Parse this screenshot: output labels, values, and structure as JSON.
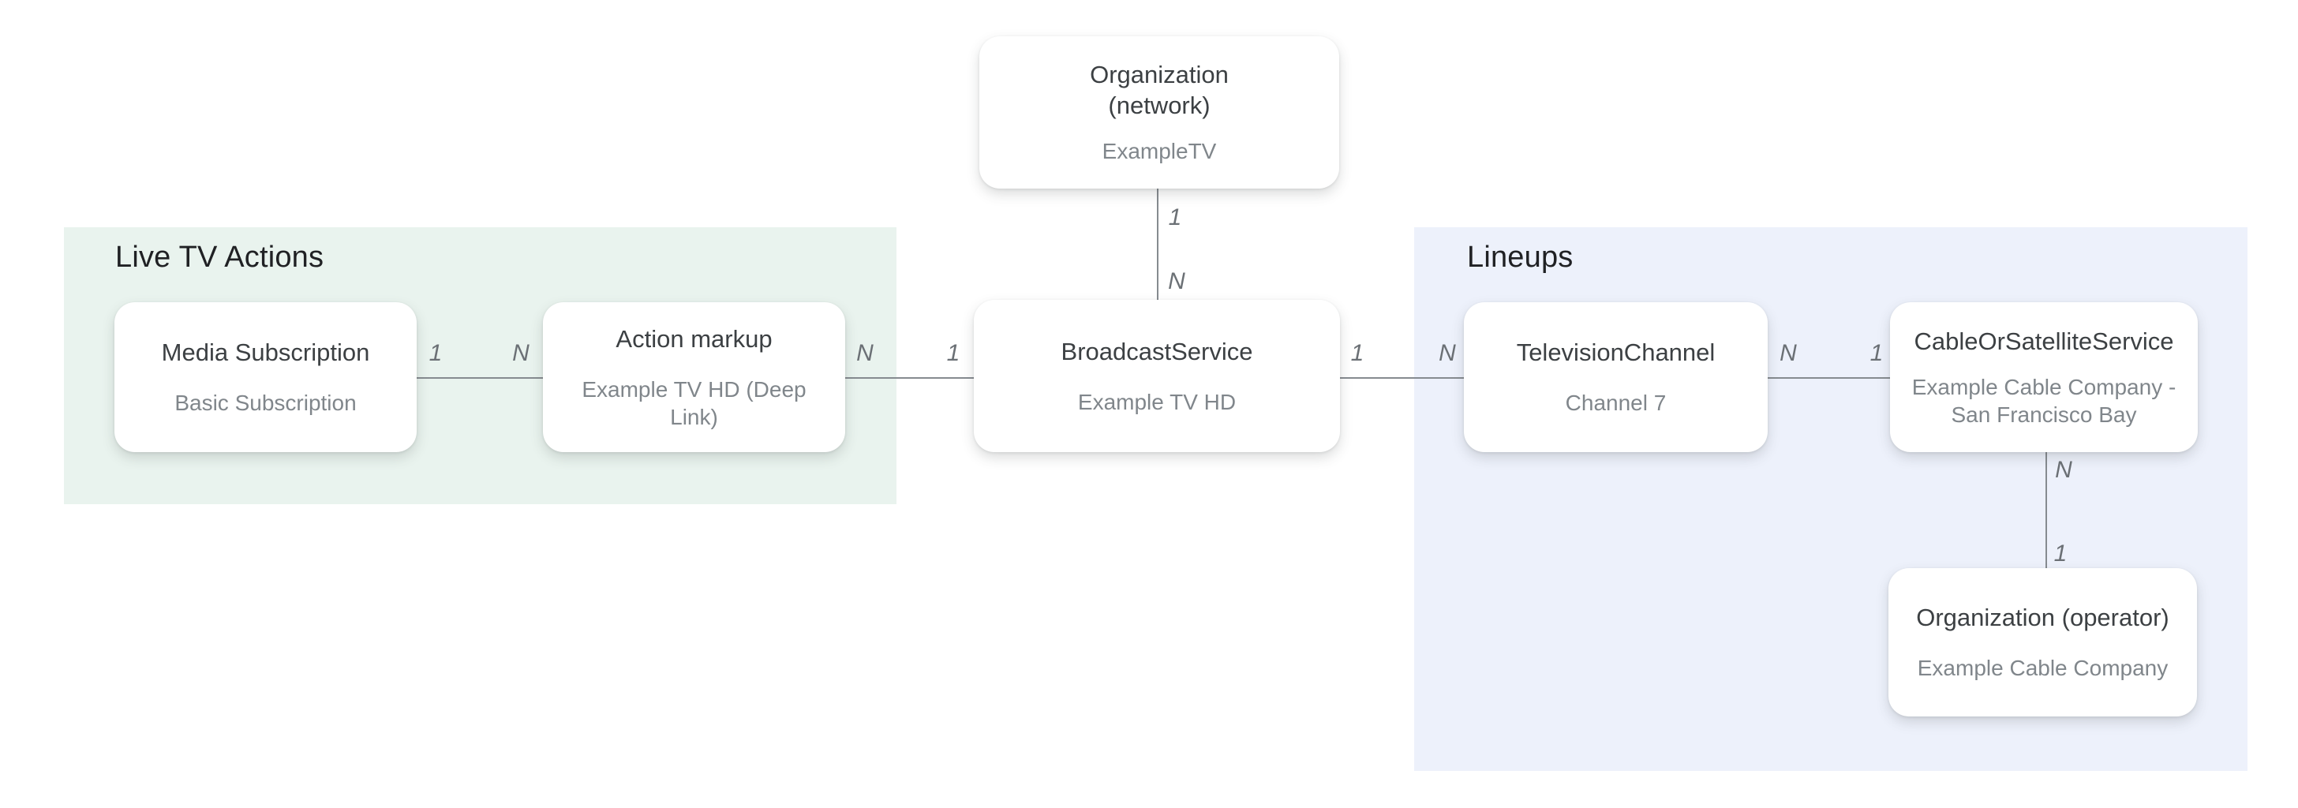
{
  "diagram": {
    "groups": [
      {
        "id": "live-tv-actions",
        "label": "Live TV Actions",
        "bg_color": "#E9F3EE"
      },
      {
        "id": "lineups",
        "label": "Lineups",
        "bg_color": "#EDF1FB"
      }
    ],
    "nodes": [
      {
        "id": "organization-network",
        "title": "Organization\n(network)",
        "subtitle": "ExampleTV",
        "group": null
      },
      {
        "id": "media-subscription",
        "title": "Media Subscription",
        "subtitle": "Basic Subscription",
        "group": "live-tv-actions"
      },
      {
        "id": "action-markup",
        "title": "Action markup",
        "subtitle": "Example TV HD (Deep Link)",
        "group": "live-tv-actions"
      },
      {
        "id": "broadcast-service",
        "title": "BroadcastService",
        "subtitle": "Example TV HD",
        "group": null
      },
      {
        "id": "television-channel",
        "title": "TelevisionChannel",
        "subtitle": "Channel 7",
        "group": "lineups"
      },
      {
        "id": "cable-or-satellite-service",
        "title": "CableOrSatelliteService",
        "subtitle": "Example Cable Company -\nSan Francisco Bay",
        "group": "lineups"
      },
      {
        "id": "organization-operator",
        "title": "Organization (operator)",
        "subtitle": "Example Cable Company",
        "group": "lineups"
      }
    ],
    "edges": [
      {
        "from": "media-subscription",
        "to": "action-markup",
        "from_label": "1",
        "to_label": "N",
        "orientation": "horizontal"
      },
      {
        "from": "action-markup",
        "to": "broadcast-service",
        "from_label": "N",
        "to_label": "1",
        "orientation": "horizontal"
      },
      {
        "from": "broadcast-service",
        "to": "television-channel",
        "from_label": "1",
        "to_label": "N",
        "orientation": "horizontal"
      },
      {
        "from": "television-channel",
        "to": "cable-or-satellite-service",
        "from_label": "N",
        "to_label": "1",
        "orientation": "horizontal"
      },
      {
        "from": "organization-network",
        "to": "broadcast-service",
        "from_label": "1",
        "to_label": "N",
        "orientation": "vertical"
      },
      {
        "from": "cable-or-satellite-service",
        "to": "organization-operator",
        "from_label": "N",
        "to_label": "1",
        "orientation": "vertical"
      }
    ],
    "colors": {
      "card_bg": "#FFFFFF",
      "card_title": "#3C4043",
      "card_subtitle": "#80868B",
      "group_heading": "#202124",
      "connector_line": "#868B90",
      "cardinality_label": "#6B7075",
      "green_panel": "#E9F3EE",
      "blue_panel": "#EDF1FB"
    }
  }
}
